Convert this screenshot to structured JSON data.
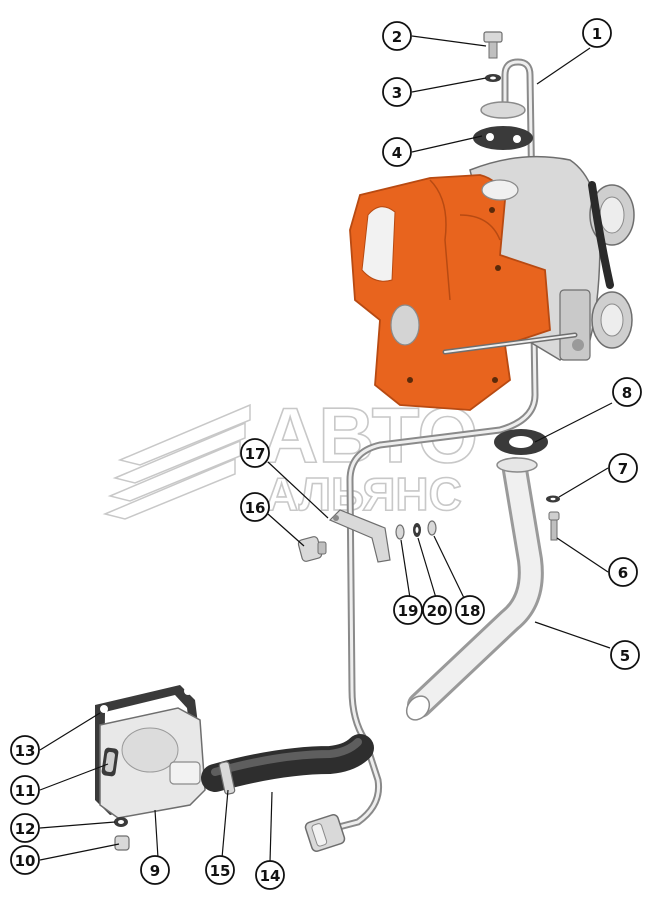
{
  "watermark": {
    "line1": "АВТО",
    "line2": "АЛЬЯНС"
  },
  "colors": {
    "housing": "#e8641e",
    "housing_dark": "#b84a12",
    "metal": "#d9d9d9",
    "metal_dark": "#8a8a8a",
    "gasket": "#3a3a3a",
    "hose": "#4a4a4a",
    "watermark": "#c8c8c8"
  },
  "callouts": [
    {
      "id": "1",
      "label": "1"
    },
    {
      "id": "2",
      "label": "2"
    },
    {
      "id": "3",
      "label": "3"
    },
    {
      "id": "4",
      "label": "4"
    },
    {
      "id": "5",
      "label": "5"
    },
    {
      "id": "6",
      "label": "6"
    },
    {
      "id": "7",
      "label": "7"
    },
    {
      "id": "8",
      "label": "8"
    },
    {
      "id": "9",
      "label": "9"
    },
    {
      "id": "10",
      "label": "10"
    },
    {
      "id": "11",
      "label": "11"
    },
    {
      "id": "12",
      "label": "12"
    },
    {
      "id": "13",
      "label": "13"
    },
    {
      "id": "14",
      "label": "14"
    },
    {
      "id": "15",
      "label": "15"
    },
    {
      "id": "16",
      "label": "16"
    },
    {
      "id": "17",
      "label": "17"
    },
    {
      "id": "18",
      "label": "18"
    },
    {
      "id": "19",
      "label": "19"
    },
    {
      "id": "20",
      "label": "20"
    }
  ]
}
